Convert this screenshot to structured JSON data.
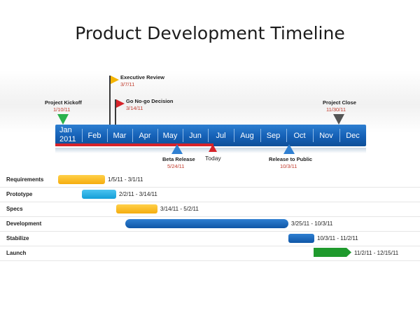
{
  "title": "Product Development Timeline",
  "timeline": {
    "year_first_month": "Jan",
    "year": "2011",
    "months": [
      "Feb",
      "Mar",
      "Apr",
      "May",
      "Jun",
      "Jul",
      "Aug",
      "Sep",
      "Oct",
      "Nov",
      "Dec"
    ],
    "colors": {
      "bar": "#1560b6",
      "progress": "#d6232a",
      "date_text": "#c0392b"
    }
  },
  "milestones": {
    "kickoff": {
      "label": "Project Kickoff",
      "date": "1/10/11",
      "color": "#2bb24c"
    },
    "exec_review": {
      "label": "Executive Review",
      "date": "3/7/11",
      "color": "#f5b400"
    },
    "go_nogo": {
      "label": "Go No-go Decision",
      "date": "3/14/11",
      "color": "#d6232a"
    },
    "close": {
      "label": "Project Close",
      "date": "11/30/11",
      "color": "#555555"
    },
    "beta": {
      "label": "Beta Release",
      "date": "5/24/11",
      "color": "#2f80d2"
    },
    "today": {
      "label": "Today",
      "color": "#d6232a"
    },
    "public": {
      "label": "Release to Public",
      "date": "10/3/11",
      "color": "#2f80d2"
    }
  },
  "tasks": [
    {
      "name": "Requirements",
      "range": "1/5/11 - 3/1/11",
      "color": "#f5ad0e"
    },
    {
      "name": "Prototype",
      "range": "2/2/11 - 3/14/11",
      "color": "#149fd8"
    },
    {
      "name": "Specs",
      "range": "3/14/11 - 5/2/11",
      "color": "#f5ad0e"
    },
    {
      "name": "Development",
      "range": "3/25/11 - 10/3/11",
      "color": "#0f56a6"
    },
    {
      "name": "Stabilize",
      "range": "10/3/11 - 11/2/11",
      "color": "#0f56a6"
    },
    {
      "name": "Launch",
      "range": "11/2/11 - 12/15/11",
      "color": "#1f9a2d"
    }
  ]
}
